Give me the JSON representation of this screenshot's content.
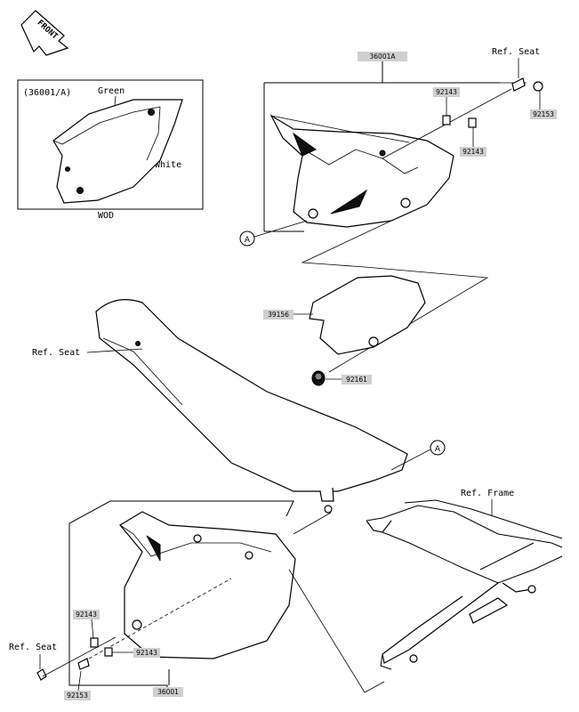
{
  "front_badge": "FRONT",
  "inset": {
    "title": "(36001/A)",
    "color_green": "Green",
    "color_white": "White",
    "caption": "WOD"
  },
  "part_numbers": {
    "side_cover_assy_top": "36001A",
    "collar_upper_1": "92143",
    "collar_upper_2": "92143",
    "bolt_upper": "92153",
    "cover_39156": "39156",
    "damper_92161": "92161",
    "collar_lower_1": "92143",
    "collar_lower_2": "92143",
    "bolt_lower": "92153",
    "side_cover_lower": "36001"
  },
  "references": {
    "seat_top": "Ref. Seat",
    "seat_mid": "Ref. Seat",
    "seat_bottom": "Ref. Seat",
    "frame": "Ref. Frame"
  },
  "markers": {
    "a1": "A",
    "a2": "A"
  }
}
